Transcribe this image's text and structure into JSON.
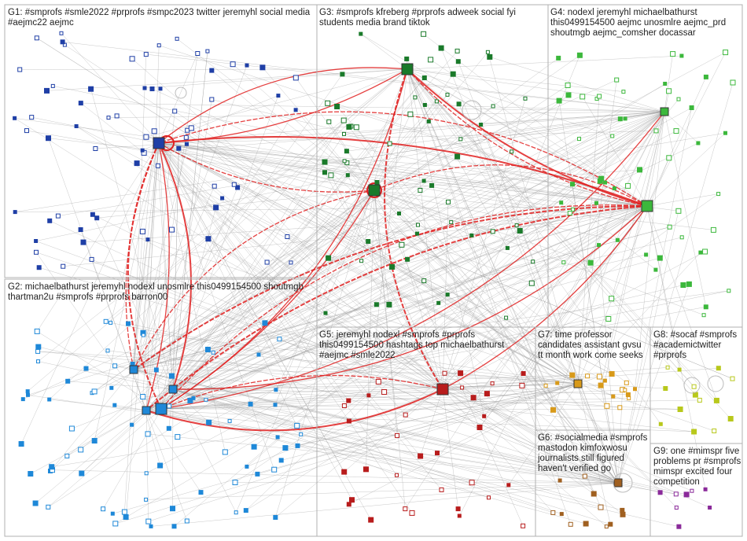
{
  "groups": [
    {
      "id": "G1",
      "label": "G1: #smprofs #smle2022 #prprofs #smpc2023 twitter jeremyhl social media #aejmc22 aejmc",
      "color": "#1f3fa6"
    },
    {
      "id": "G2",
      "label": "G2: michaelbathurst jeremyhl nodexl unosmlre this0499154500 shoutmgb thartman2u #smprofs #prprofs barron00",
      "color": "#1e88d8"
    },
    {
      "id": "G3",
      "label": "G3: #smprofs kfreberg #prprofs adweek social fyi students media brand tiktok",
      "color": "#1a7a2a"
    },
    {
      "id": "G4",
      "label": "G4: nodexl jeremyhl michaelbathurst this0499154500 aejmc unosmlre aejmc_prd shoutmgb aejmc_comsher docassar",
      "color": "#3cb83c"
    },
    {
      "id": "G5",
      "label": "G5: jeremyhl nodexl #smprofs #prprofs this0499154500 hashtags top michaelbathurst #aejmc #smle2022",
      "color": "#b81c1c"
    },
    {
      "id": "G6",
      "label": "G6: #socialmedia #smprofs mastodon kimfoxwosu journalists still figured haven't verified go",
      "color": "#a06020"
    },
    {
      "id": "G7",
      "label": "G7: time professor candidates assistant gvsu tt month work come seeks",
      "color": "#d89a1a"
    },
    {
      "id": "G8",
      "label": "G8: #socaf #smprofs #academictwitter #prprofs",
      "color": "#b8c81c"
    },
    {
      "id": "G9",
      "label": "G9: one #mimspr five problems pr #smprofs mimspr excited four competition",
      "color": "#8a2a9a"
    }
  ],
  "hub_names": [
    "jeremyhl",
    "kfreberg",
    "nodexl",
    "michaelbathurst",
    "this0499154500",
    "unosmlre",
    "shoutmgb",
    "thartman2u"
  ],
  "colors": {
    "edge": "#9a9a9a",
    "hub_edge": "#e02020",
    "border": "#b0b0b0"
  }
}
